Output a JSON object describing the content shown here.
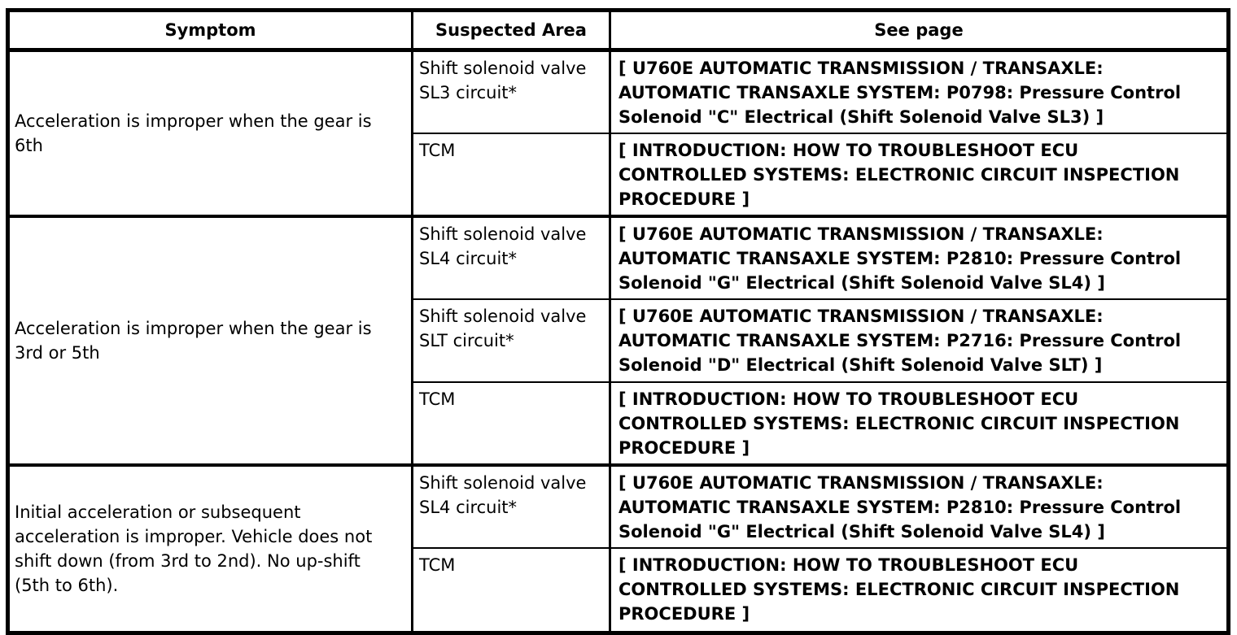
{
  "page": {
    "background_color": "#ffffff",
    "line_color": "#000000",
    "text_color": "#000000"
  },
  "table": {
    "headers": {
      "symptom": "Symptom",
      "suspected_area": "Suspected Area",
      "see_page": "See page"
    },
    "groups": [
      {
        "symptom": "Acceleration is improper when the gear is\n6th",
        "rows": [
          {
            "suspected_area": "Shift solenoid valve\nSL3 circuit*",
            "see_page": "[ U760E AUTOMATIC TRANSMISSION / TRANSAXLE:\nAUTOMATIC TRANSAXLE SYSTEM: P0798: Pressure Control\nSolenoid \"C\" Electrical (Shift Solenoid Valve SL3) ]"
          },
          {
            "suspected_area": "TCM",
            "see_page": "[ INTRODUCTION: HOW TO TROUBLESHOOT ECU\nCONTROLLED SYSTEMS: ELECTRONIC CIRCUIT INSPECTION\nPROCEDURE ]"
          }
        ]
      },
      {
        "symptom": "Acceleration is improper when the gear is\n3rd or 5th",
        "rows": [
          {
            "suspected_area": "Shift solenoid valve\nSL4 circuit*",
            "see_page": "[ U760E AUTOMATIC TRANSMISSION / TRANSAXLE:\nAUTOMATIC TRANSAXLE SYSTEM: P2810: Pressure Control\nSolenoid \"G\" Electrical (Shift Solenoid Valve SL4) ]"
          },
          {
            "suspected_area": "Shift solenoid valve\nSLT circuit*",
            "see_page": "[ U760E AUTOMATIC TRANSMISSION / TRANSAXLE:\nAUTOMATIC TRANSAXLE SYSTEM: P2716: Pressure Control\nSolenoid \"D\" Electrical (Shift Solenoid Valve SLT) ]"
          },
          {
            "suspected_area": "TCM",
            "see_page": "[ INTRODUCTION: HOW TO TROUBLESHOOT ECU\nCONTROLLED SYSTEMS: ELECTRONIC CIRCUIT INSPECTION\nPROCEDURE ]"
          }
        ]
      },
      {
        "symptom": "Initial acceleration or subsequent\nacceleration is improper. Vehicle does not\nshift down (from 3rd to 2nd). No up-shift\n(5th to 6th).",
        "rows": [
          {
            "suspected_area": "Shift solenoid valve\nSL4 circuit*",
            "see_page": "[ U760E AUTOMATIC TRANSMISSION / TRANSAXLE:\nAUTOMATIC TRANSAXLE SYSTEM: P2810: Pressure Control\nSolenoid \"G\" Electrical (Shift Solenoid Valve SL4) ]"
          },
          {
            "suspected_area": "TCM",
            "see_page": "[ INTRODUCTION: HOW TO TROUBLESHOOT ECU\nCONTROLLED SYSTEMS: ELECTRONIC CIRCUIT INSPECTION\nPROCEDURE ]"
          }
        ]
      }
    ]
  }
}
